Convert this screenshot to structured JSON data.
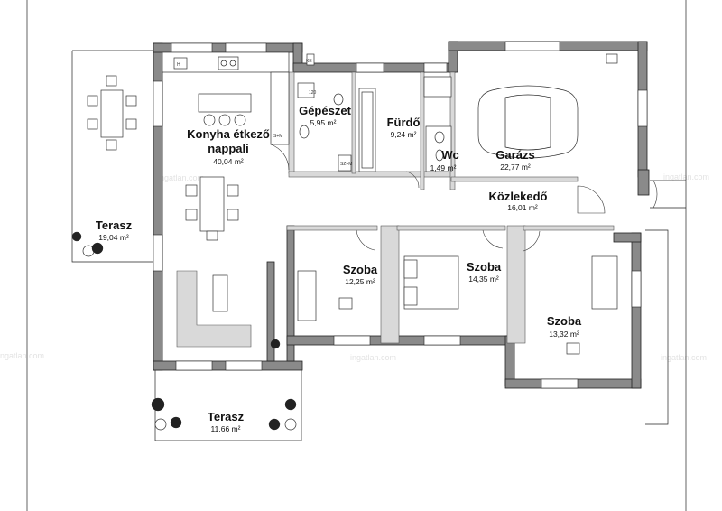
{
  "rooms": {
    "konyha": {
      "name_line1": "Konyha étkező",
      "name_line2": "nappali",
      "area": "40,04 m²"
    },
    "gepeszet": {
      "name": "Gépészet",
      "area": "5,95 m²"
    },
    "furdo": {
      "name": "Fürdő",
      "area": "9,24 m²"
    },
    "wc": {
      "name": "Wc",
      "area": "1,49 m²"
    },
    "garazs": {
      "name": "Garázs",
      "area": "22,77 m²"
    },
    "kozlekedo": {
      "name": "Közlekedő",
      "area": "16,01 m²"
    },
    "terasz_left": {
      "name": "Terasz",
      "area": "19,04 m²"
    },
    "terasz_bottom": {
      "name": "Terasz",
      "area": "11,66 m²"
    },
    "szoba1": {
      "name": "Szoba",
      "area": "12,25 m²"
    },
    "szoba2": {
      "name": "Szoba",
      "area": "14,35 m²"
    },
    "szoba3": {
      "name": "Szoba",
      "area": "13,32 m²"
    }
  },
  "fixture_labels": {
    "hood": "H",
    "kitchen_sm": "S+M",
    "laundry_sz": "SZ+M",
    "boiler": "KE",
    "tank": "120"
  },
  "watermark": "ingatlan.com",
  "colors": {
    "wall": "#8a8a8a",
    "line": "#222222",
    "text": "#111111"
  }
}
